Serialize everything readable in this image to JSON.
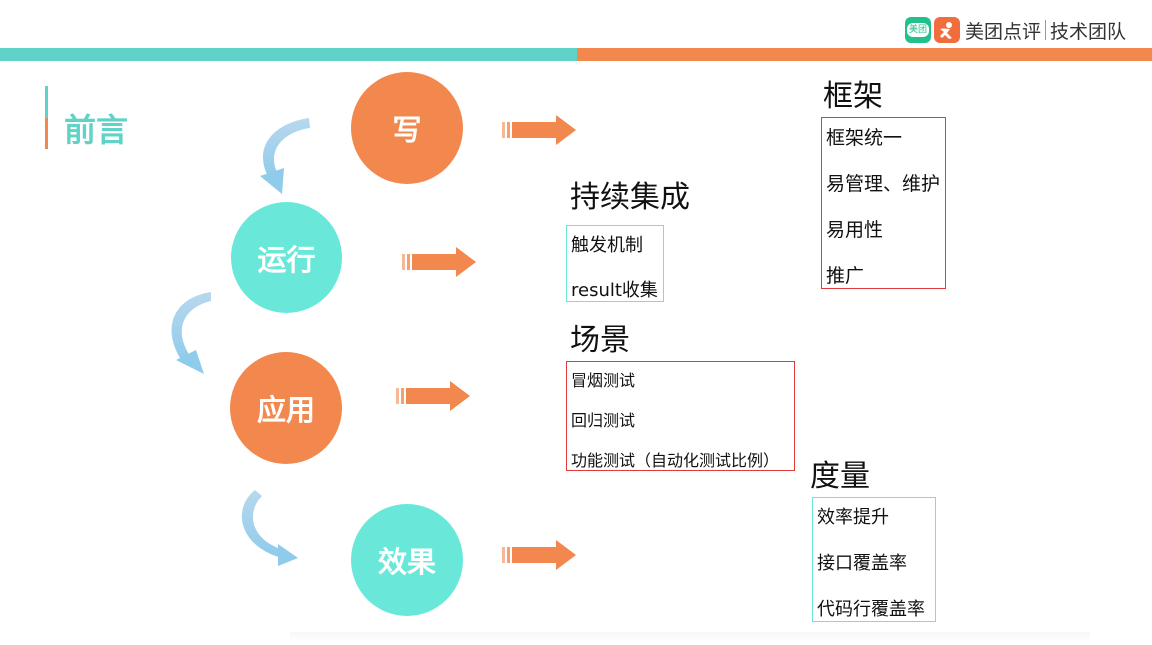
{
  "header": {
    "brand_badge_text": "美团",
    "brand_name": "美团点评",
    "brand_team": "技术团队",
    "colors": {
      "teal": "#5fd3c8",
      "orange": "#f2884e"
    }
  },
  "title": "前言",
  "cycle": [
    {
      "label": "写",
      "color": "#f2884e"
    },
    {
      "label": "运行",
      "color": "#69e8da"
    },
    {
      "label": "应用",
      "color": "#f2884e"
    },
    {
      "label": "效果",
      "color": "#69e8da"
    }
  ],
  "sections": {
    "framework": {
      "heading": "框架",
      "items": [
        "框架统一",
        "易管理、维护",
        "易用性",
        "推广"
      ]
    },
    "ci": {
      "heading": "持续集成",
      "items": [
        "触发机制",
        "result收集"
      ]
    },
    "scenario": {
      "heading": "场景",
      "items": [
        "冒烟测试",
        "回归测试",
        "功能测试（自动化测试比例）"
      ]
    },
    "metrics": {
      "heading": "度量",
      "items": [
        "效率提升",
        "接口覆盖率",
        "代码行覆盖率"
      ]
    }
  }
}
